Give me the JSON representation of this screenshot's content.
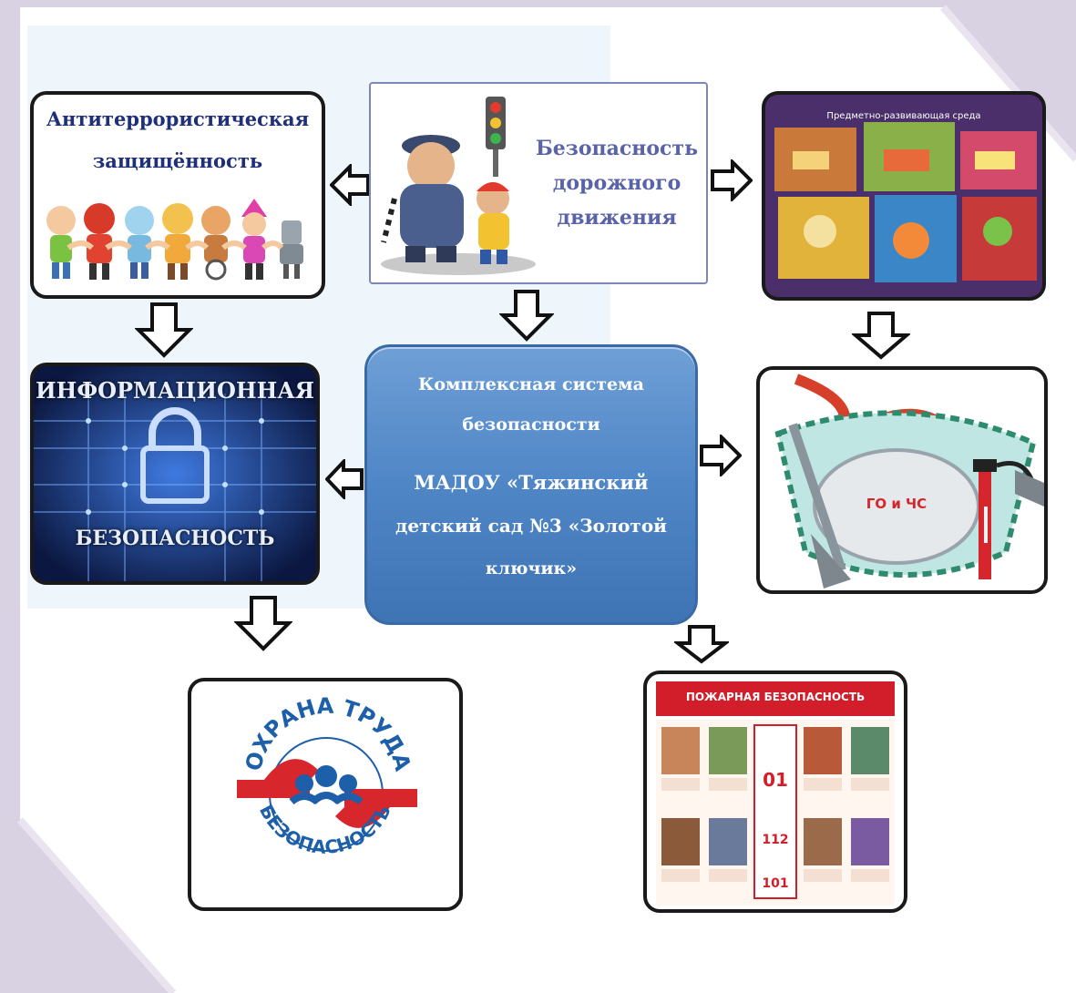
{
  "center": {
    "line1": "Комплексная система",
    "line2": "безопасности",
    "line3": "МАДОУ «Тяжинский",
    "line4": "детский сад №3 «Золотой",
    "line5": "ключик»"
  },
  "antiterror": {
    "line1": "Антитеррористическая",
    "line2": "защищённость"
  },
  "traffic": {
    "line1": "Безопасность",
    "line2": "дорожного",
    "line3": "движения"
  },
  "classroom": {
    "caption": "Предметно-развивающая среда"
  },
  "info": {
    "top": "ИНФОРМАЦИОННАЯ",
    "bottom": "БЕЗОПАСНОСТЬ"
  },
  "civil": {
    "label": "ГО и ЧС"
  },
  "labor": {
    "arc_top": "ОХРАНА ТРУДА",
    "arc_bottom": "БЕЗОПАСНОСТЬ"
  },
  "fire": {
    "title": "ПОЖАРНАЯ БЕЗОПАСНОСТЬ",
    "num1": "01",
    "num2": "112",
    "num3": "101"
  },
  "colors": {
    "center_fill": "#4f86c6",
    "heading": "#1f2f7a",
    "fire_red": "#d21e2a",
    "labor_red": "#d7262c",
    "labor_blue": "#1d5fa8"
  }
}
